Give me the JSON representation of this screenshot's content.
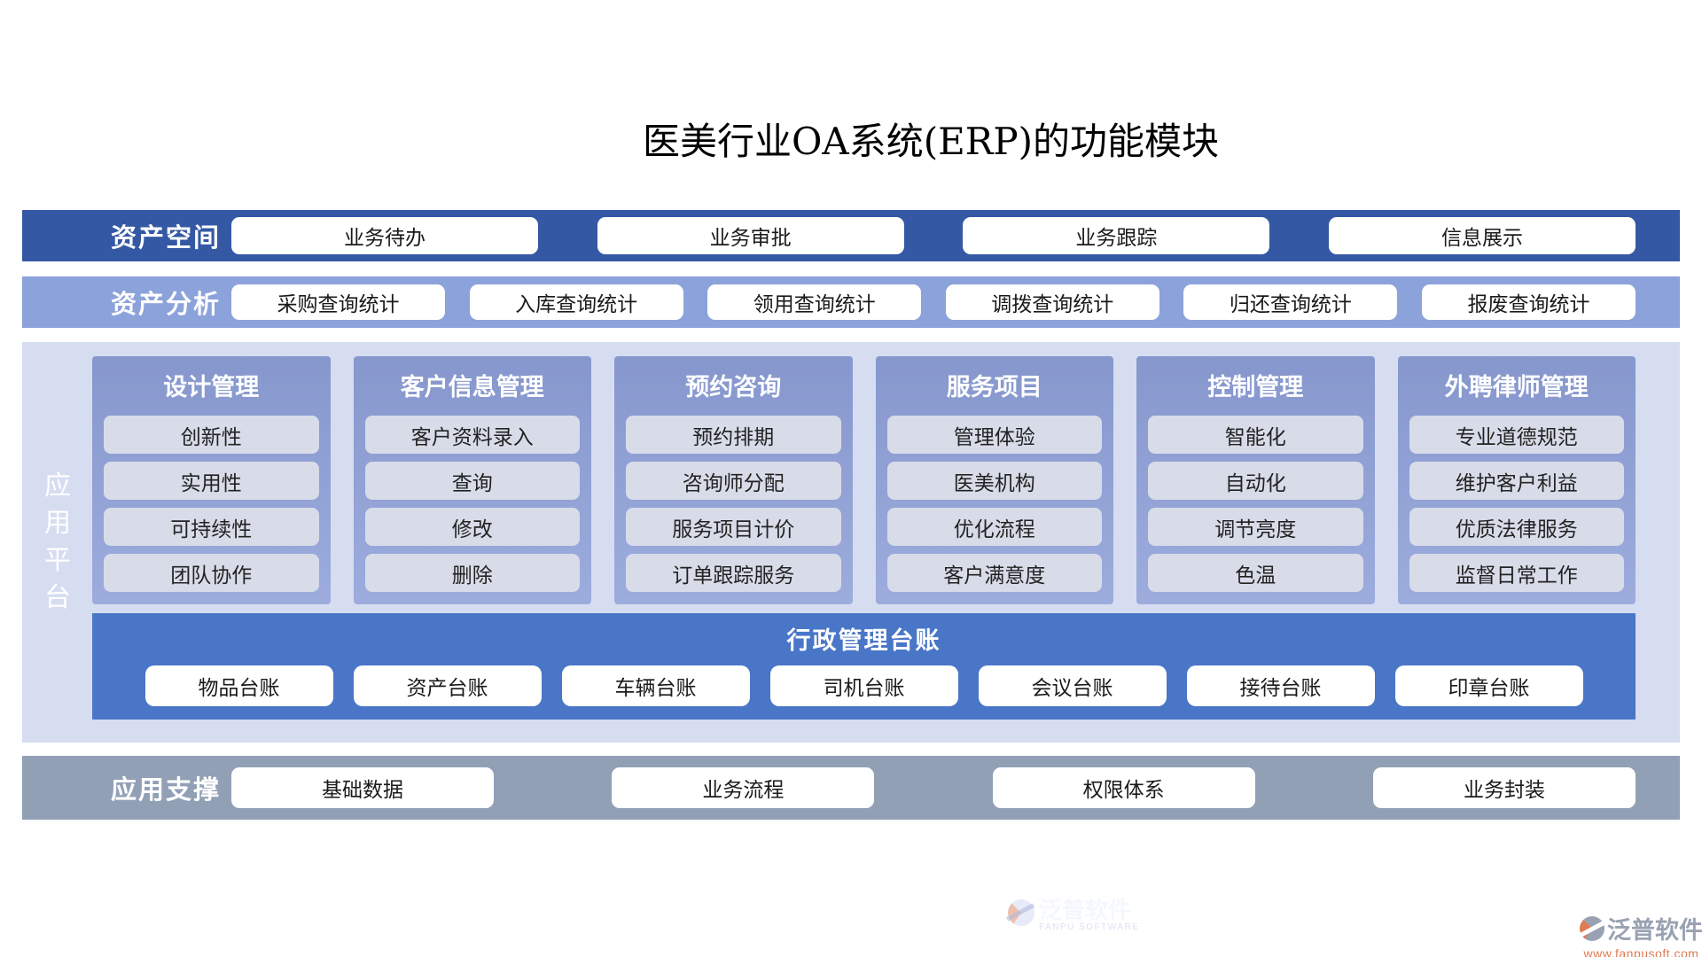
{
  "title": "医美行业OA系统(ERP)的功能模块",
  "asset_space": {
    "label": "资产空间",
    "items": [
      "业务待办",
      "业务审批",
      "业务跟踪",
      "信息展示"
    ]
  },
  "asset_analysis": {
    "label": "资产分析",
    "items": [
      "采购查询统计",
      "入库查询统计",
      "领用查询统计",
      "调拨查询统计",
      "归还查询统计",
      "报废查询统计"
    ]
  },
  "platform": {
    "label": "应用平台",
    "columns": [
      {
        "title": "设计管理",
        "items": [
          "创新性",
          "实用性",
          "可持续性",
          "团队协作"
        ]
      },
      {
        "title": "客户信息管理",
        "items": [
          "客户资料录入",
          "查询",
          "修改",
          "删除"
        ]
      },
      {
        "title": "预约咨询",
        "items": [
          "预约排期",
          "咨询师分配",
          "服务项目计价",
          "订单跟踪服务"
        ]
      },
      {
        "title": "服务项目",
        "items": [
          "管理体验",
          "医美机构",
          "优化流程",
          "客户满意度"
        ]
      },
      {
        "title": "控制管理",
        "items": [
          "智能化",
          "自动化",
          "调节亮度",
          "色温"
        ]
      },
      {
        "title": "外聘律师管理",
        "items": [
          "专业道德规范",
          "维护客户利益",
          "优质法律服务",
          "监督日常工作"
        ]
      }
    ],
    "ledger": {
      "title": "行政管理台账",
      "items": [
        "物品台账",
        "资产台账",
        "车辆台账",
        "司机台账",
        "会议台账",
        "接待台账",
        "印章台账"
      ]
    }
  },
  "support": {
    "label": "应用支撑",
    "items": [
      "基础数据",
      "业务流程",
      "权限体系",
      "业务封装"
    ]
  },
  "watermark_center": {
    "name": "泛普软件",
    "sub": "FANPU SOFTWARE"
  },
  "watermark_corner": {
    "name": "泛普软件",
    "url": "www.fanpusoft.com"
  },
  "colors": {
    "row1": "#3458A4",
    "row2": "#8CA2DB",
    "panel": "#D6DDF1",
    "card_top": "#8697CD",
    "card_bottom": "#9DACDD",
    "item_pill": "#D8DCE9",
    "ledger": "#4A76C8",
    "support": "#92A0B6",
    "watermark_orange": "#E07A52",
    "watermark_gray": "#99A2B2"
  }
}
